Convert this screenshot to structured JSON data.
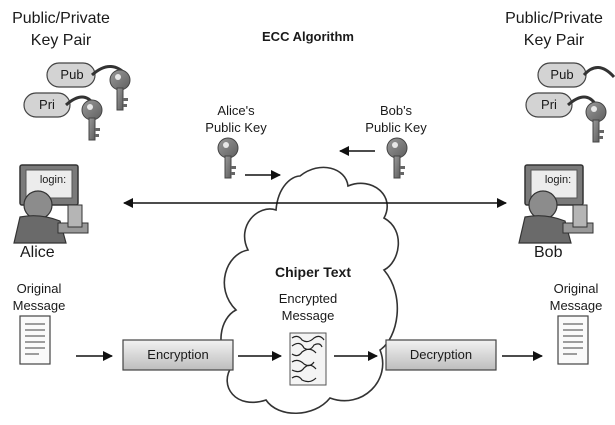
{
  "diagram": {
    "title": "ECC Algorithm",
    "alice": {
      "keypair_label": "Public/Private\nKey Pair",
      "pub_tag": "Pub",
      "pri_tag": "Pri",
      "screen_text": "login:",
      "name": "Alice",
      "public_key_label": "Alice's\nPublic Key",
      "message_label": "Original\nMessage"
    },
    "bob": {
      "keypair_label": "Public/Private\nKey Pair",
      "pub_tag": "Pub",
      "pri_tag": "Pri",
      "screen_text": "login:",
      "name": "Bob",
      "public_key_label": "Bob's\nPublic Key",
      "message_label": "Original\nMessage"
    },
    "cipher": {
      "title": "Chiper Text",
      "label": "Encrypted\nMessage"
    },
    "encryption_label": "Encryption",
    "decryption_label": "Decryption"
  }
}
